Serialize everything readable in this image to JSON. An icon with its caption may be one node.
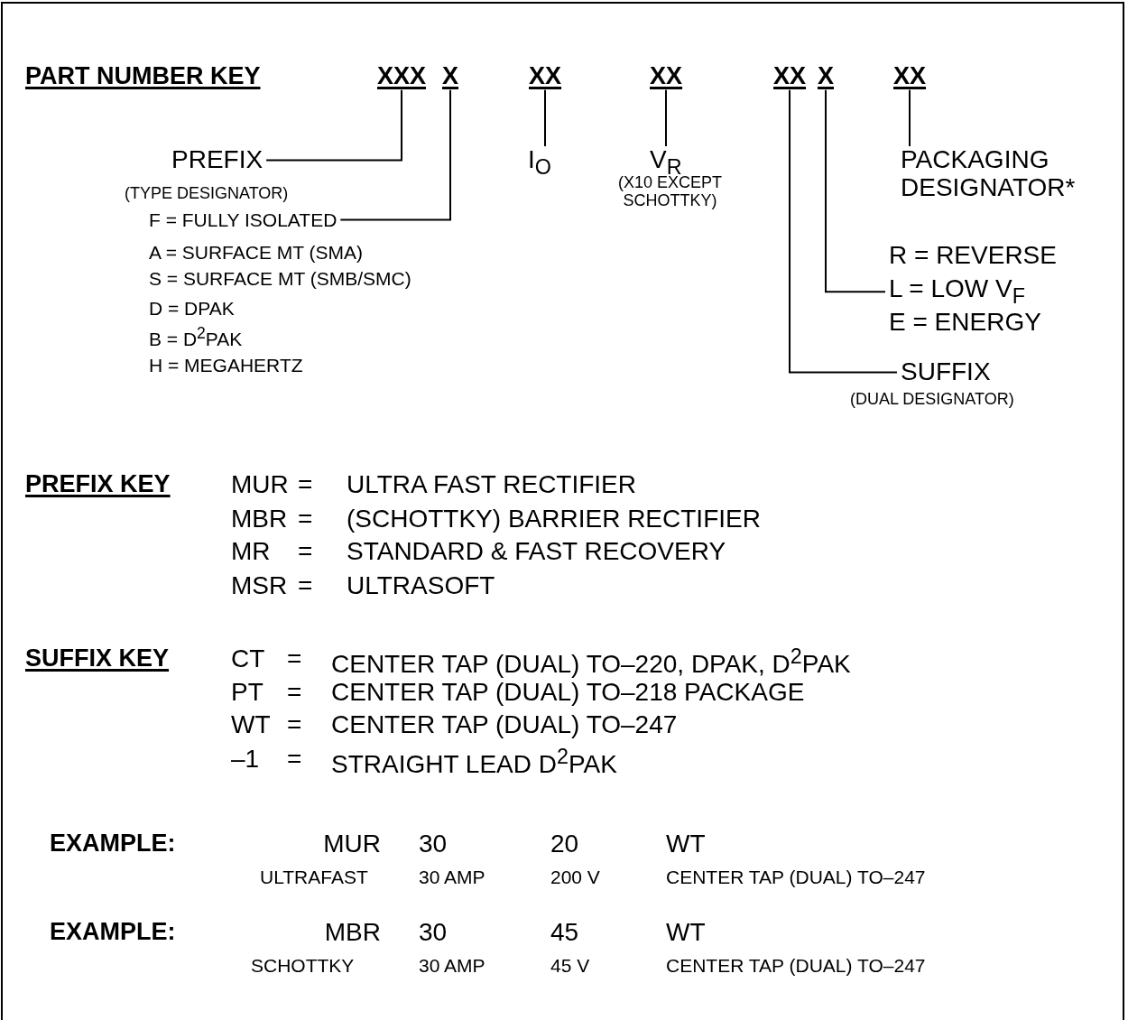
{
  "diagram": {
    "nodes": [
      {
        "text": [
          "XXX"
        ]
      },
      {
        "text": [
          "X"
        ]
      },
      {
        "text": [
          "XX"
        ]
      },
      {
        "text": [
          "XX"
        ]
      },
      {
        "text": [
          "XX"
        ]
      },
      {
        "text": [
          "X"
        ]
      },
      {
        "text": [
          "XX"
        ]
      },
      {
        "text": [
          "PREFIX"
        ],
        "beside": [
          "(TYPE DESIGNATOR)"
        ]
      },
      {
        "text": [
          "F = FULLY ISOLATED"
        ]
      },
      {
        "text": [
          "I$_{O}$"
        ]
      },
      {
        "text": [
          "V$_{R}$"
        ],
        "beside": [
          "(X10 EXCEPT SCHOTTKY)"
        ]
      },
      {
        "text": [
          "PACKAGING DESIGNATOR*"
        ]
      },
      {
        "text": [
          "L = LOW V$_{F}$"
        ]
      },
      {
        "text": [
          "SUFFIX"
        ],
        "beside": [
          "(DUAL DESIGNATOR)"
        ]
      }
    ],
    "edges": [
      {
        "from": 0,
        "to": 7,
        "arrow": "none"
      },
      {
        "from": 1,
        "to": 8,
        "arrow": "none"
      },
      {
        "from": 2,
        "to": 9,
        "arrow": "none"
      },
      {
        "from": 3,
        "to": 10,
        "arrow": "none"
      },
      {
        "from": 6,
        "to": 11,
        "arrow": "none"
      },
      {
        "from": 5,
        "to": 12,
        "arrow": "none"
      },
      {
        "from": 4,
        "to": 13,
        "arrow": "none"
      }
    ],
    "labels": [
      "PART NUMBER KEY",
      "A = SURFACE MT (SMA)",
      "R = REVERSE",
      "S = SURFACE MT (SMB/SMC)",
      "D = DPAK",
      "E = ENERGY",
      "B = D$^{2}$PAK",
      "H = MEGAHERTZ",
      "PREFIX KEY",
      "MUR",
      "=",
      "ULTRA FAST RECTIFIER",
      "MBR",
      "=",
      "(SCHOTTKY) BARRIER RECTIFIER",
      "MR",
      "=",
      "STANDARD & FAST RECOVERY",
      "MSR",
      "=",
      "ULTRASOFT",
      "SUFFIX KEY",
      "CT",
      "=",
      "CENTER TAP (DUAL) TO–220, DPAK, D$^{2}$PAK",
      "PT",
      "=",
      "CENTER TAP (DUAL) TO–218 PACKAGE",
      "WT",
      "=",
      "CENTER TAP (DUAL) TO–247",
      "–1",
      "=",
      "STRAIGHT LEAD D$^{2}$PAK",
      "EXAMPLE:",
      "MUR",
      "30",
      "20",
      "WT",
      "ULTRAFAST",
      "30 AMP",
      "200 V",
      "CENTER TAP (DUAL) TO–247",
      "EXAMPLE:",
      "MBR",
      "30",
      "45",
      "WT",
      "SCHOTTKY",
      "30 AMP",
      "45 V",
      "CENTER TAP (DUAL) TO–247"
    ]
  }
}
